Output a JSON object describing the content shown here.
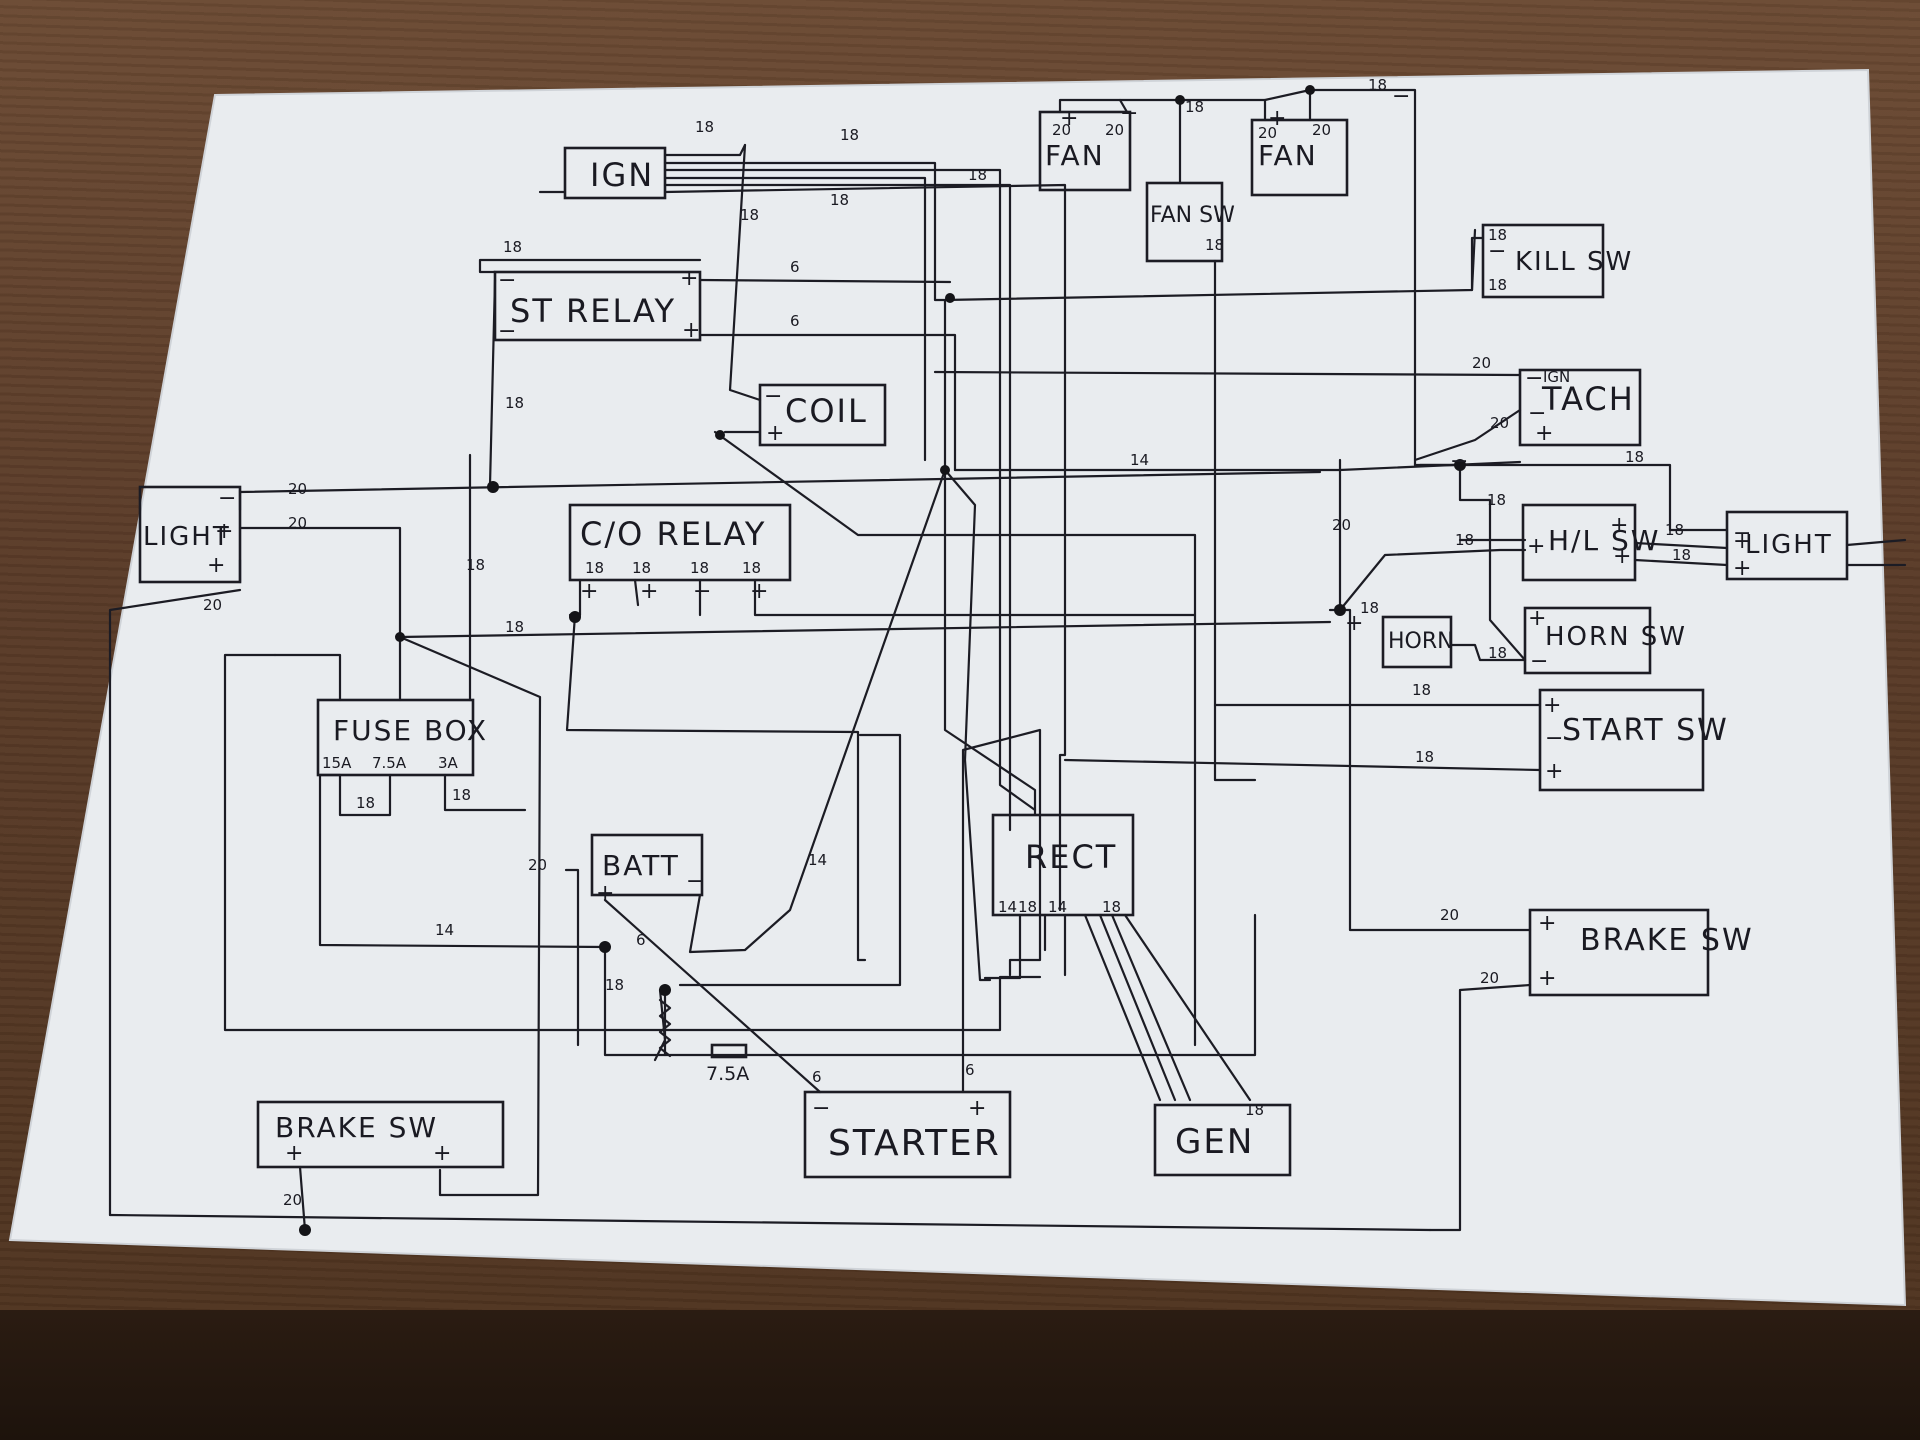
{
  "components": {
    "ign": "IGN",
    "st_relay": "ST RELAY",
    "coil": "COIL",
    "co_relay": "C/O RELAY",
    "fuse_box": "FUSE BOX",
    "fuse_15a": "15A",
    "fuse_75a": "7.5A",
    "fuse_3a": "3A",
    "batt": "BATT",
    "rect": "RECT",
    "starter": "STARTER",
    "gen": "GEN",
    "brake_sw_left": "BRAKE SW",
    "light_left": "LIGHT",
    "fan_left": "FAN",
    "fan_right": "FAN",
    "fan_sw": "FAN SW",
    "kill_sw": "KILL SW",
    "tach": "TACH",
    "tach_ign": "IGN",
    "hl_sw": "H/L SW",
    "horn": "HORN",
    "horn_sw": "HORN SW",
    "start_sw": "START SW",
    "light_right": "LIGHT",
    "brake_sw_right": "BRAKE SW",
    "inline_fuse": "7.5A"
  },
  "gauges": {
    "g18": "18",
    "g20": "20",
    "g14": "14",
    "g6": "6"
  },
  "pins": {
    "plus": "+",
    "minus": "−"
  }
}
